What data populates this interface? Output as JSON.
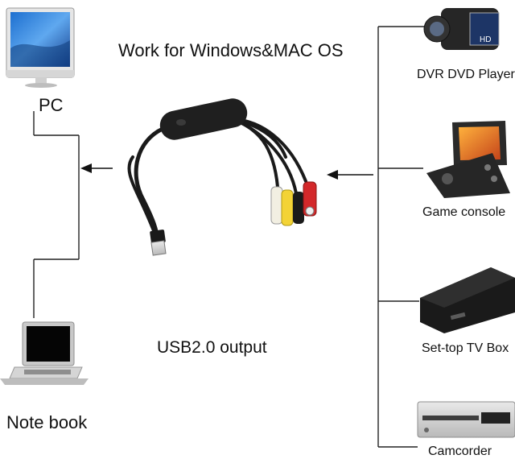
{
  "title": "Work for Windows&MAC OS",
  "left_devices": {
    "pc": "PC",
    "notebook": "Note book"
  },
  "cable_caption": "USB2.0 output",
  "right_devices": {
    "dvr": "DVR DVD Player",
    "game": "Game console",
    "settop": "Set-top TV Box",
    "camcorder": "Camcorder"
  },
  "device_screen_text": {
    "camcorder_hd": "HD"
  }
}
